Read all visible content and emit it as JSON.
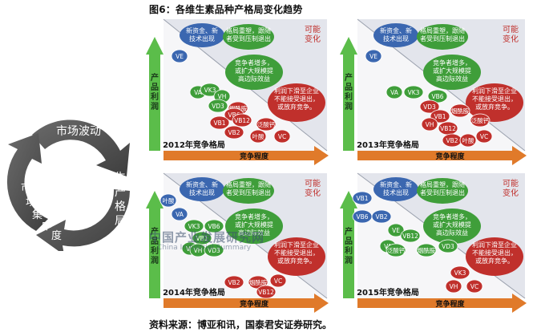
{
  "title": "图6：各维生素品种产格局变化趋势",
  "source": "资料来源：博亚和讯，国泰君安证券研究。",
  "cycle": {
    "top": "市场波动",
    "right": "生产格局",
    "left": "市场集中度"
  },
  "watermark": {
    "main": "中国产业发展研究网",
    "sub": "China Industrial Summary"
  },
  "common": {
    "y_axis": "产品利润",
    "x_axis": "竞争程度",
    "new_capital": "新资金、新技术出现",
    "high_profit": "格局重塑，跟随者受到压制退出",
    "possible_change": "可能变化",
    "competition": "竞争者增多，或扩大规模提高边际效益",
    "exit": "利润下滑至企业不能接受退出，或放弃竞争。",
    "colors": {
      "blue": "#3b67b0",
      "green": "#3f9e3a",
      "red": "#c0302c",
      "orange": "#e07a2a",
      "arrow_green": "#5bbd4a"
    }
  },
  "panels": [
    {
      "year_label": "2012年竞争格局",
      "nodes": [
        {
          "label": "VE",
          "color": "blue"
        },
        {
          "label": "VA",
          "color": "green"
        },
        {
          "label": "VK3",
          "color": "green"
        },
        {
          "label": "VH",
          "color": "green"
        },
        {
          "label": "VD3",
          "color": "green"
        },
        {
          "label": "烟酰胺",
          "color": "red"
        },
        {
          "label": "VB6",
          "color": "red"
        },
        {
          "label": "VB1",
          "color": "red"
        },
        {
          "label": "VB12",
          "color": "red"
        },
        {
          "label": "VB2",
          "color": "red"
        },
        {
          "label": "泛酸钙",
          "color": "red"
        },
        {
          "label": "叶酸",
          "color": "red"
        },
        {
          "label": "VC",
          "color": "red"
        }
      ]
    },
    {
      "year_label": "2013年竞争格局",
      "nodes": [
        {
          "label": "VE",
          "color": "blue"
        },
        {
          "label": "VA",
          "color": "green"
        },
        {
          "label": "VK3",
          "color": "green"
        },
        {
          "label": "VB6",
          "color": "green"
        },
        {
          "label": "VD3",
          "color": "red"
        },
        {
          "label": "VB1",
          "color": "red"
        },
        {
          "label": "烟酰胺",
          "color": "red"
        },
        {
          "label": "VH",
          "color": "red"
        },
        {
          "label": "泛酸钙",
          "color": "red"
        },
        {
          "label": "VB12",
          "color": "red"
        },
        {
          "label": "VB2",
          "color": "red"
        },
        {
          "label": "叶酸",
          "color": "red"
        },
        {
          "label": "VC",
          "color": "red"
        }
      ]
    },
    {
      "year_label": "2014年竞争格局",
      "nodes": [
        {
          "label": "叶酸",
          "color": "blue"
        },
        {
          "label": "VA",
          "color": "blue"
        },
        {
          "label": "VK3",
          "color": "green"
        },
        {
          "label": "VB6",
          "color": "green"
        },
        {
          "label": "VB1",
          "color": "green"
        },
        {
          "label": "VE",
          "color": "green"
        },
        {
          "label": "VH",
          "color": "green"
        },
        {
          "label": "VD3",
          "color": "green"
        },
        {
          "label": "VB2",
          "color": "red"
        },
        {
          "label": "烟酰胺",
          "color": "red"
        },
        {
          "label": "VC",
          "color": "red"
        },
        {
          "label": "VB12",
          "color": "red"
        }
      ]
    },
    {
      "year_label": "2015年竞争格局",
      "nodes": [
        {
          "label": "VB1",
          "color": "blue"
        },
        {
          "label": "VB6",
          "color": "blue"
        },
        {
          "label": "VB2",
          "color": "blue"
        },
        {
          "label": "VE",
          "color": "green"
        },
        {
          "label": "VA",
          "color": "green"
        },
        {
          "label": "VB12",
          "color": "green"
        },
        {
          "label": "泛酸钙",
          "color": "green"
        },
        {
          "label": "烟酰胺",
          "color": "green"
        },
        {
          "label": "VD3",
          "color": "green"
        },
        {
          "label": "VK3",
          "color": "red"
        },
        {
          "label": "VH",
          "color": "red"
        },
        {
          "label": "VC",
          "color": "red"
        }
      ]
    }
  ]
}
